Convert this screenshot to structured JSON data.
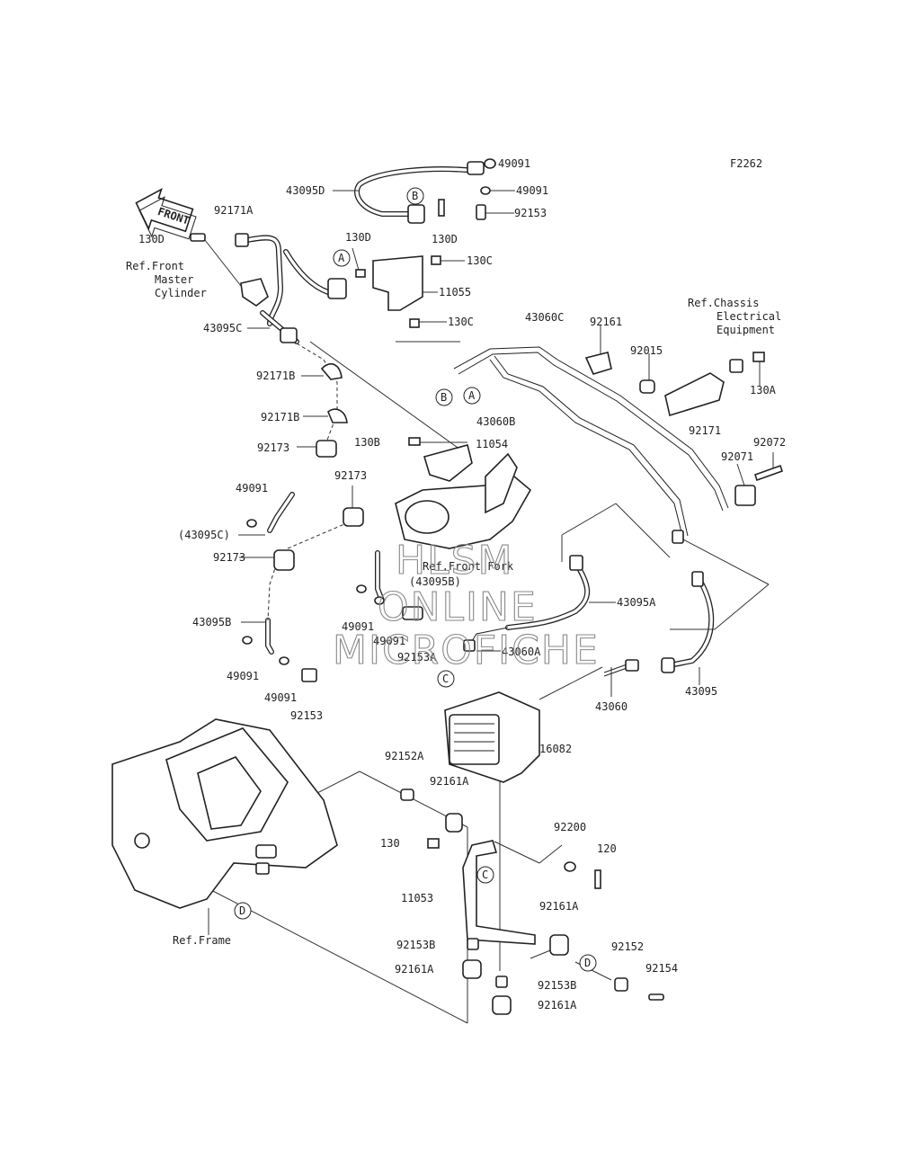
{
  "figure_code": "F2262",
  "front_arrow_text": "FRONT",
  "watermark": [
    "HLSM",
    "ONLINE",
    "MICROFICHE"
  ],
  "refs": {
    "front_master_cylinder": [
      "Ref.Front",
      "Master",
      "Cylinder"
    ],
    "chassis_electrical": [
      "Ref.Chassis",
      "Electrical",
      "Equipment"
    ],
    "front_fork": "Ref.Front Fork",
    "frame": "Ref.Frame"
  },
  "labels": {
    "p49091_top": "49091",
    "p43095D": "43095D",
    "p49091_b": "49091",
    "p92153_top": "92153",
    "p92171A": "92171A",
    "p130D_left": "130D",
    "p130D_mid": "130D",
    "p130D_right": "130D",
    "p130C_a": "130C",
    "p11055": "11055",
    "p130C_b": "130C",
    "p43095C": "43095C",
    "p43060C": "43060C",
    "p92161": "92161",
    "p92015": "92015",
    "p130A": "130A",
    "p92171B_a": "92171B",
    "p43060B": "43060B",
    "p92171": "92171",
    "p92171B_b": "92171B",
    "p130B": "130B",
    "p11054": "11054",
    "p92173_a": "92173",
    "p92072": "92072",
    "p92071": "92071",
    "p49091_c": "49091",
    "p92173_b": "92173",
    "p43095C_paren": "(43095C)",
    "p92173_c": "92173",
    "p43095B_paren": "(43095B)",
    "p43095A": "43095A",
    "p43095B": "43095B",
    "p49091_d": "49091",
    "p49091_e": "49091",
    "p92153A": "92153A",
    "p43060A": "43060A",
    "p49091_f": "49091",
    "p49091_g": "49091",
    "p92153_b": "92153",
    "p43060": "43060",
    "p43095": "43095",
    "p16082": "16082",
    "p92152A": "92152A",
    "p92161A_a": "92161A",
    "p92200": "92200",
    "p130": "130",
    "p120": "120",
    "p11053": "11053",
    "p92161A_b": "92161A",
    "p92153B_a": "92153B",
    "p92152": "92152",
    "p92161A_c": "92161A",
    "p92154": "92154",
    "p92153B_b": "92153B",
    "p92161A_d": "92161A"
  },
  "callouts": {
    "A": "A",
    "B": "B",
    "C": "C",
    "D": "D"
  }
}
